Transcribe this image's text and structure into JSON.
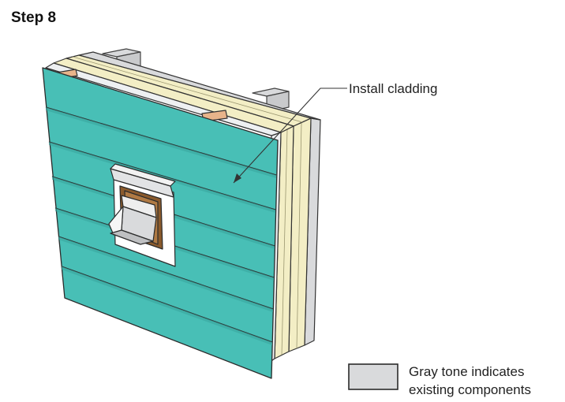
{
  "title": "Step 8",
  "callout": {
    "label": "Install cladding"
  },
  "legend": {
    "line1": "Gray tone indicates",
    "line2": "existing components",
    "swatch_color": "#d9dadc"
  },
  "colors": {
    "cladding": "#48bfb6",
    "insulation": "#f3eec5",
    "housewrap": "#eef0f2",
    "existing_gray": "#d9dadc",
    "vent_trim": "#8a5a2c",
    "outline": "#333333"
  }
}
